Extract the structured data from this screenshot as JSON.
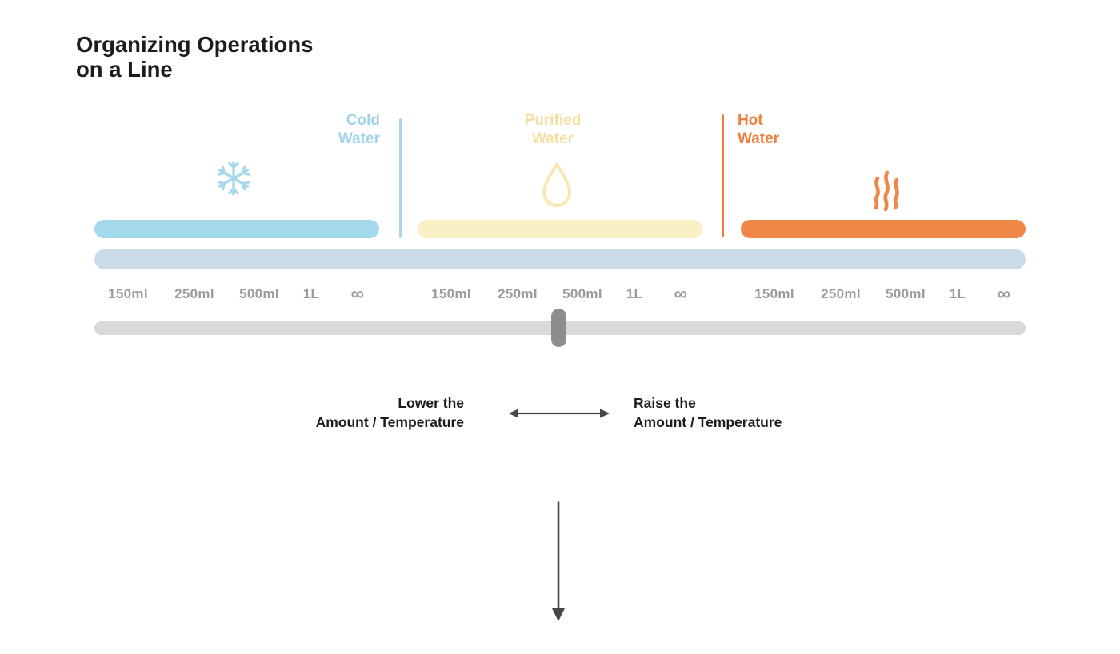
{
  "title": {
    "line1": "Organizing Operations",
    "line2": "on a Line"
  },
  "sections": [
    {
      "label_line1": "Cold",
      "label_line2": "Water",
      "icon": "snowflake-icon"
    },
    {
      "label_line1": "Purified",
      "label_line2": "Water",
      "icon": "water-drop-icon"
    },
    {
      "label_line1": "Hot",
      "label_line2": "Water",
      "icon": "heat-waves-icon"
    }
  ],
  "scale": {
    "groups": [
      {
        "labels": [
          "150ml",
          "250ml",
          "500ml",
          "1L",
          "∞"
        ]
      },
      {
        "labels": [
          "150ml",
          "250ml",
          "500ml",
          "1L",
          "∞"
        ]
      },
      {
        "labels": [
          "150ml",
          "250ml",
          "500ml",
          "1L",
          "∞"
        ]
      }
    ]
  },
  "annotations": {
    "lower_line1": "Lower the",
    "lower_line2": "Amount / Temperature",
    "raise_line1": "Raise the",
    "raise_line2": "Amount / Temperature"
  },
  "colors": {
    "cold_text": "#9ed3e9",
    "cold_bar": "#a3d9ea",
    "cold_divider": "#a8d8ec",
    "purified_text": "#f5dfa2",
    "purified_bar": "#faf0c6",
    "purified_icon": "#f8e8b4",
    "hot_text": "#ee7e3e",
    "hot_bar": "#ef8749",
    "hot_divider": "#ee7d3d",
    "base_bar": "#cbdce8",
    "slider_track": "#d9d9d9",
    "slider_handle": "#8d8d8d",
    "scale_label": "#9b9b9b",
    "text": "#1c1c1c",
    "arrow": "#474747"
  }
}
